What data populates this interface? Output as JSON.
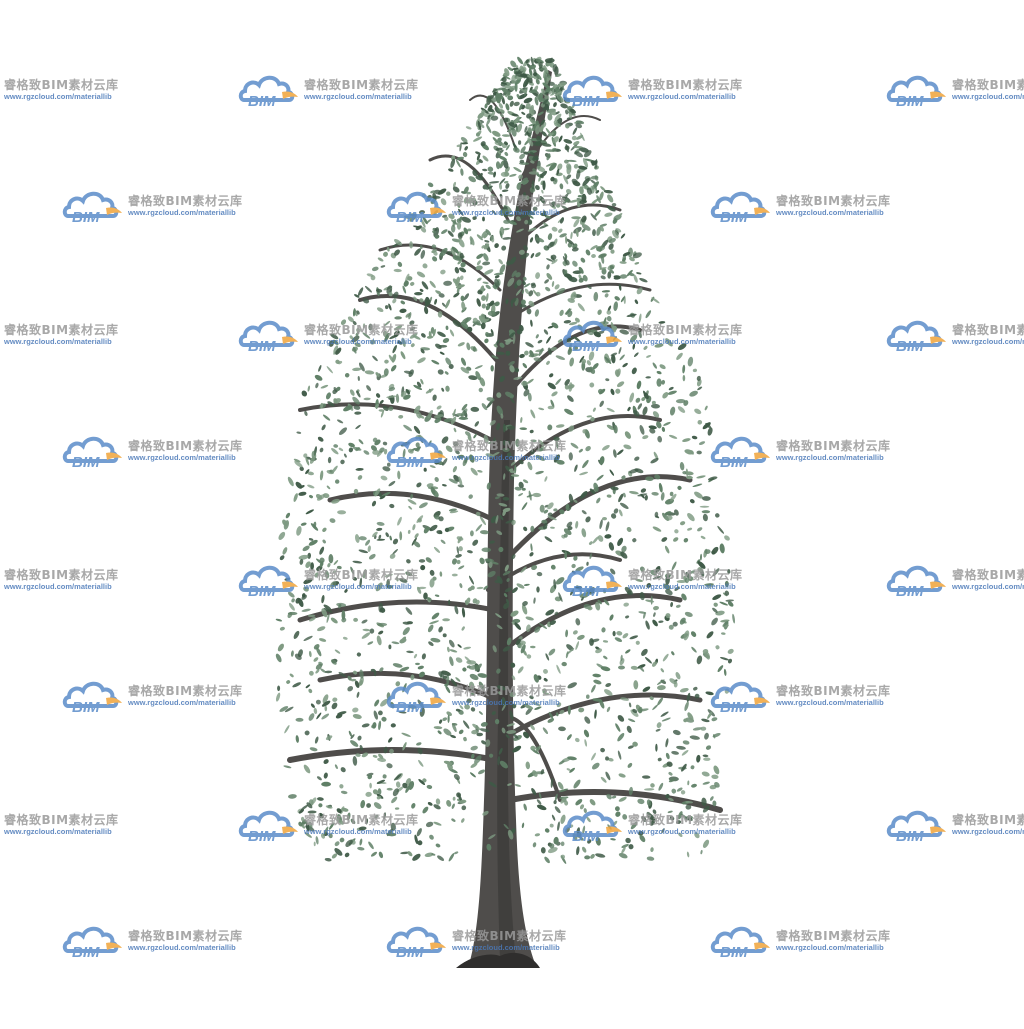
{
  "watermark": {
    "logo_text": "BIM",
    "title": "睿格致BIM素材云库",
    "url": "www.rgzcloud.com/materiallib",
    "colors": {
      "cloud": "#5b8cc9",
      "accent": "#f0a43a",
      "title": "#9a9a9a",
      "url": "#4a78b8"
    }
  },
  "tree": {
    "subject": "tree-illustration",
    "colors": {
      "trunk": "#4f4d4b",
      "trunk_shadow": "#2f2e2d",
      "foliage": "#5f7f66",
      "foliage_dark": "#3f5a47",
      "foliage_light": "#7e9a82"
    }
  }
}
